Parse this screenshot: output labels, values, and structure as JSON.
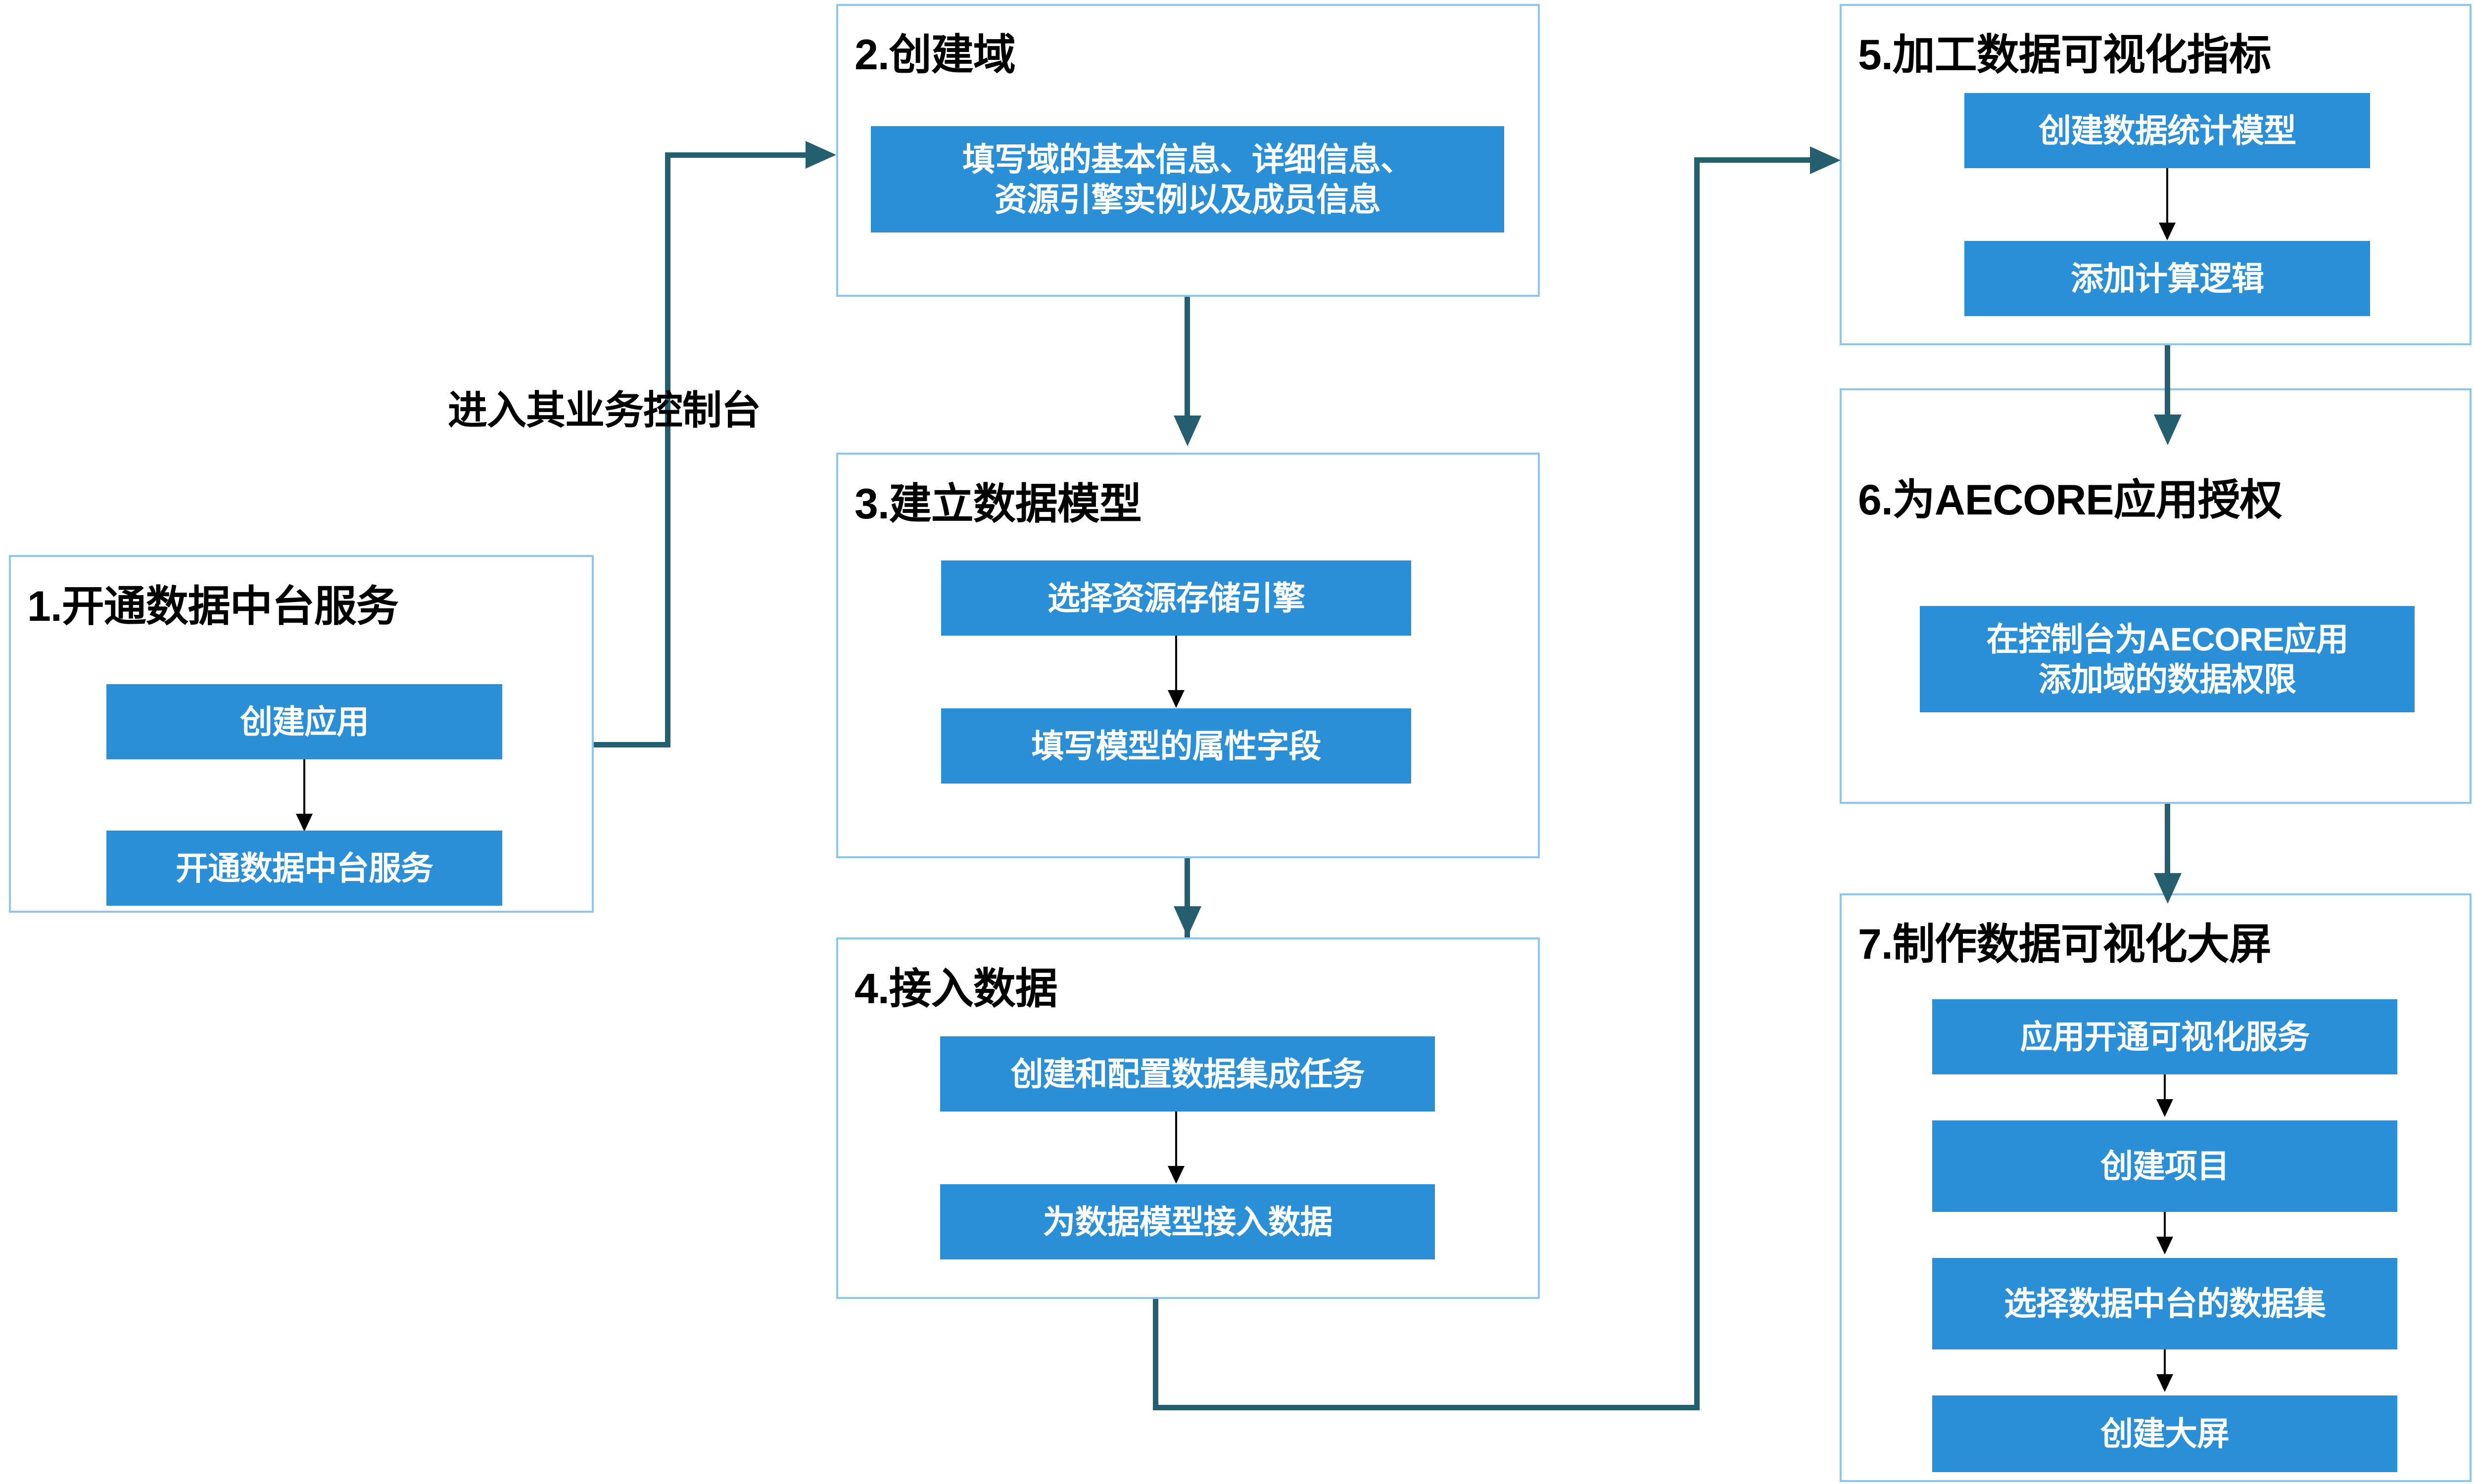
{
  "diagram": {
    "title_colors": {
      "action_fill": "#2B8FD8",
      "action_text": "#FFFFFF",
      "container_border": "#8DC8EC",
      "connector": "#255E6E",
      "inner_arrow": "#000000",
      "background": "#FFFFFF"
    },
    "edge_labels": {
      "step1_to_step2": "进入其业务控制台"
    },
    "steps": [
      {
        "id": "step-1",
        "number": "1.",
        "title": "1.开通数据中台服务",
        "actions": [
          {
            "label": "创建应用"
          },
          {
            "label": "开通数据中台服务"
          }
        ]
      },
      {
        "id": "step-2",
        "number": "2.",
        "title": "2.创建域",
        "actions": [
          {
            "label": "填写域的基本信息、详细信息、\n资源引擎实例以及成员信息"
          }
        ]
      },
      {
        "id": "step-3",
        "number": "3.",
        "title": "3.建立数据模型",
        "actions": [
          {
            "label": "选择资源存储引擎"
          },
          {
            "label": "填写模型的属性字段"
          }
        ]
      },
      {
        "id": "step-4",
        "number": "4.",
        "title": "4.接入数据",
        "actions": [
          {
            "label": "创建和配置数据集成任务"
          },
          {
            "label": "为数据模型接入数据"
          }
        ]
      },
      {
        "id": "step-5",
        "number": "5.",
        "title": "5.加工数据可视化指标",
        "actions": [
          {
            "label": "创建数据统计模型"
          },
          {
            "label": "添加计算逻辑"
          }
        ]
      },
      {
        "id": "step-6",
        "number": "6.",
        "title": "6.为AECORE应用授权",
        "actions": [
          {
            "label": "在控制台为AECORE应用\n添加域的数据权限"
          }
        ]
      },
      {
        "id": "step-7",
        "number": "7.",
        "title": "7.制作数据可视化大屏",
        "actions": [
          {
            "label": "应用开通可视化服务"
          },
          {
            "label": "创建项目"
          },
          {
            "label": "选择数据中台的数据集"
          },
          {
            "label": "创建大屏"
          }
        ]
      }
    ],
    "flow_order": [
      "step-1",
      "step-2",
      "step-3",
      "step-4",
      "step-5",
      "step-6",
      "step-7"
    ]
  }
}
